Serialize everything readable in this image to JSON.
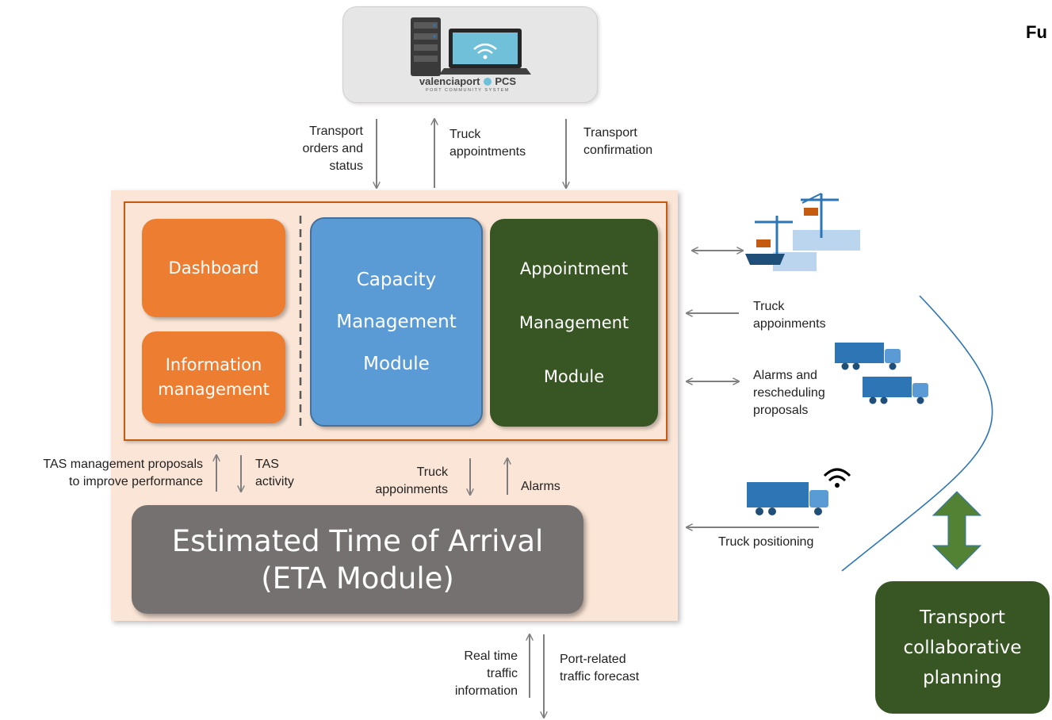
{
  "pcs": {
    "logo_main": "valenciaport",
    "logo_suffix": "PCS",
    "logo_sub": "PORT COMMUNITY SYSTEM"
  },
  "top_labels": {
    "orders": "Transport\norders and\nstatus",
    "appointments": "Truck\nappointments",
    "confirmation": "Transport\nconfirmation"
  },
  "modules": {
    "dashboard": "Dashboard",
    "information": "Information\nmanagement",
    "capacity": "Capacity\nManagement\nModule",
    "appointment": "Appointment\nManagement\nModule"
  },
  "middle_labels": {
    "tas_proposals": "TAS  management proposals\nto improve performance",
    "tas_activity": "TAS\nactivity",
    "truck_appoinments": "Truck\nappoinments",
    "alarms": "Alarms"
  },
  "eta": "Estimated Time of Arrival\n(ETA Module)",
  "bottom_labels": {
    "realtime": "Real time\ntraffic\ninformation",
    "forecast": "Port-related\ntraffic forecast"
  },
  "right_labels": {
    "truck_appoinments": "Truck\nappoinments",
    "alarms_resched": "Alarms and\nrescheduling\nproposals",
    "positioning": "Truck positioning"
  },
  "collab": "Transport\ncollaborative\nplanning",
  "corner_title": "Fu",
  "colors": {
    "orange": "#ed7d31",
    "blue": "#5b9bd5",
    "green": "#375623",
    "grey": "#767171",
    "panel": "#fbe5d6",
    "arrow_green": "#548235",
    "curve": "#2e75b6"
  }
}
